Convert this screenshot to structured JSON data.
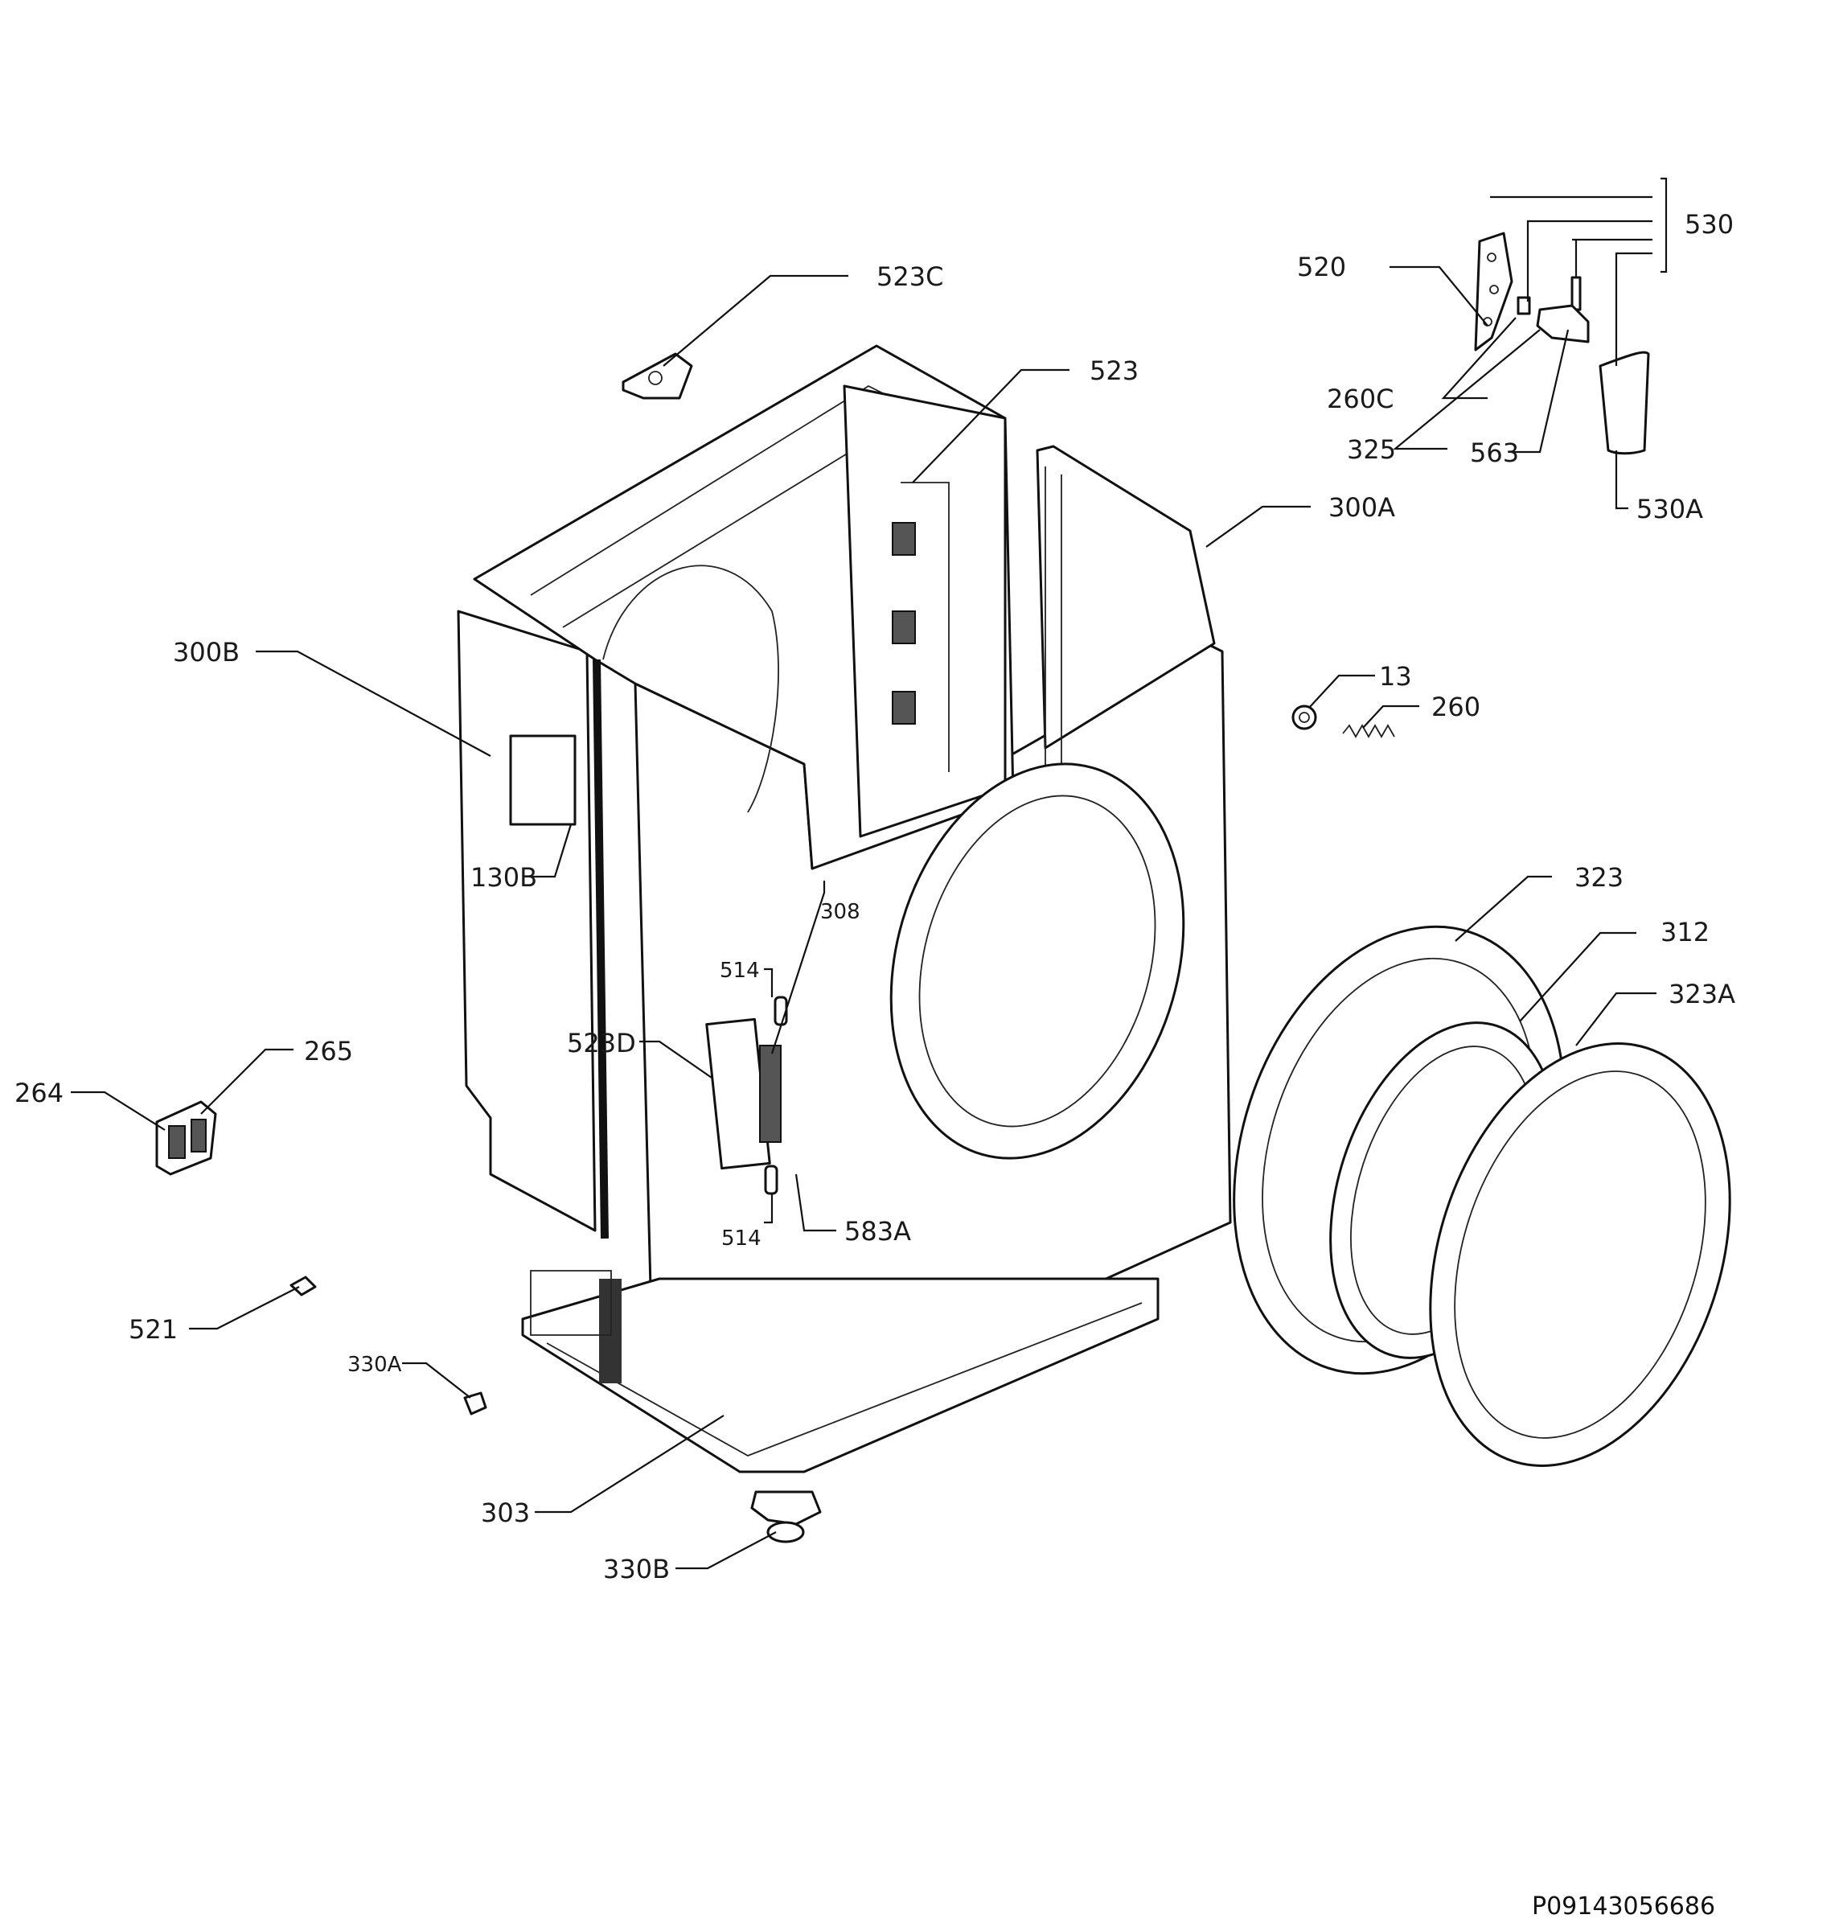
{
  "diagram": {
    "labels": [
      {
        "id": "523C",
        "text": "523C"
      },
      {
        "id": "523",
        "text": "523"
      },
      {
        "id": "520",
        "text": "520"
      },
      {
        "id": "530",
        "text": "530"
      },
      {
        "id": "260C",
        "text": "260C"
      },
      {
        "id": "325",
        "text": "325"
      },
      {
        "id": "563",
        "text": "563"
      },
      {
        "id": "530A",
        "text": "530A"
      },
      {
        "id": "300A",
        "text": "300A"
      },
      {
        "id": "300B",
        "text": "300B"
      },
      {
        "id": "13",
        "text": "13"
      },
      {
        "id": "260",
        "text": "260"
      },
      {
        "id": "130B",
        "text": "130B"
      },
      {
        "id": "308",
        "text": "308"
      },
      {
        "id": "323",
        "text": "323"
      },
      {
        "id": "312",
        "text": "312"
      },
      {
        "id": "323A",
        "text": "323A"
      },
      {
        "id": "514a",
        "text": "514"
      },
      {
        "id": "523D",
        "text": "523D"
      },
      {
        "id": "265",
        "text": "265"
      },
      {
        "id": "264",
        "text": "264"
      },
      {
        "id": "514b",
        "text": "514"
      },
      {
        "id": "583A",
        "text": "583A"
      },
      {
        "id": "521",
        "text": "521"
      },
      {
        "id": "330A",
        "text": "330A"
      },
      {
        "id": "303",
        "text": "303"
      },
      {
        "id": "330B",
        "text": "330B"
      }
    ],
    "drawing_code": "P09143056686"
  }
}
